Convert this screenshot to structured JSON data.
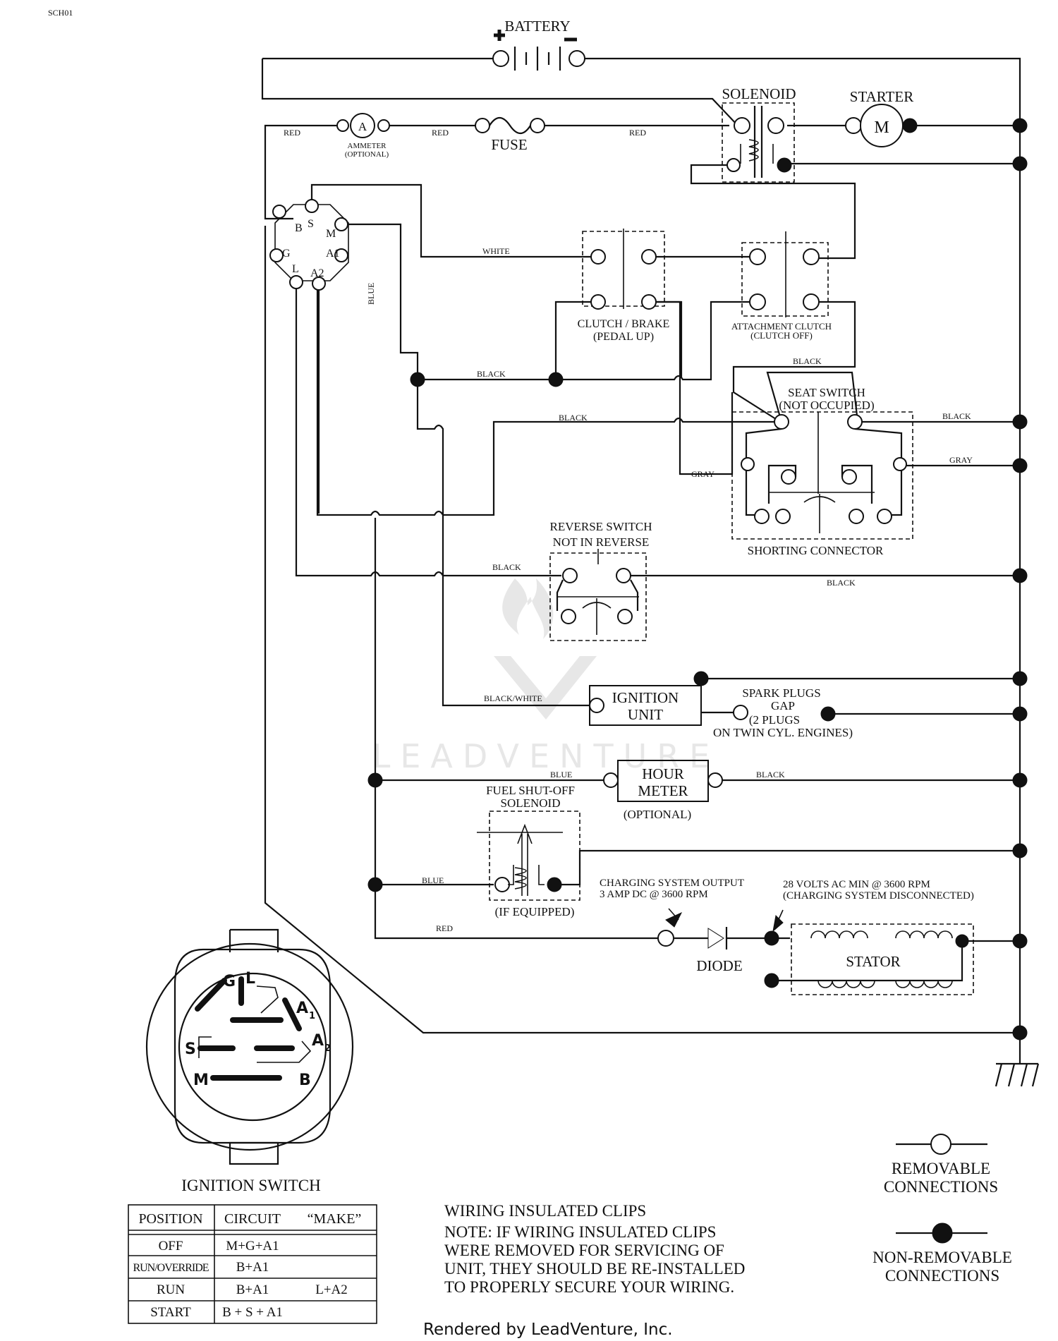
{
  "doc_id": "SCH01",
  "components": {
    "battery": "BATTERY",
    "solenoid": "SOLENOID",
    "starter": "STARTER",
    "motor_symbol": "M",
    "ammeter_symbol": "A",
    "ammeter": "AMMETER",
    "ammeter_note": "(OPTIONAL)",
    "fuse": "FUSE",
    "clutch_brake": "CLUTCH / BRAKE",
    "clutch_brake_state": "(PEDAL UP)",
    "attachment_clutch": "ATTACHMENT CLUTCH",
    "attachment_clutch_state": "(CLUTCH OFF)",
    "seat_switch": "SEAT SWITCH",
    "seat_switch_state": "(NOT OCCUPIED)",
    "shorting_connector": "SHORTING CONNECTOR",
    "reverse_switch": "REVERSE SWITCH",
    "reverse_switch_state": "NOT IN REVERSE",
    "ignition_unit_line1": "IGNITION",
    "ignition_unit_line2": "UNIT",
    "spark_plugs_1": "SPARK PLUGS",
    "spark_plugs_2": "GAP",
    "spark_plugs_3": "(2 PLUGS",
    "spark_plugs_4": "ON TWIN CYL. ENGINES)",
    "hour_meter_line1": "HOUR",
    "hour_meter_line2": "METER",
    "hour_meter_note": "(OPTIONAL)",
    "fuel_solenoid_1": "FUEL SHUT-OFF",
    "fuel_solenoid_2": "SOLENOID",
    "fuel_solenoid_note": "(IF EQUIPPED)",
    "charging_output_1": "CHARGING SYSTEM OUTPUT",
    "charging_output_2": "3 AMP DC @ 3600 RPM",
    "volts_1": "28 VOLTS AC MIN @ 3600 RPM",
    "volts_2": "(CHARGING SYSTEM DISCONNECTED)",
    "diode": "DIODE",
    "stator": "STATOR",
    "ignition_switch": "IGNITION SWITCH"
  },
  "terminals": {
    "S": "S",
    "M": "M",
    "B": "B",
    "G": "G",
    "L": "L",
    "A1": "A1",
    "A2": "A2"
  },
  "switch_face": {
    "G": "G",
    "L": "L",
    "A1": "A",
    "A1_sub": "1",
    "S": "S",
    "A2": "A",
    "A2_sub": "2",
    "M": "M",
    "B": "B"
  },
  "wires": {
    "red": "RED",
    "white": "WHITE",
    "blue": "BLUE",
    "black": "BLACK",
    "gray": "GRAY",
    "black_white": "BLACK/WHITE"
  },
  "table": {
    "headers": [
      "POSITION",
      "CIRCUIT",
      "“MAKE”"
    ],
    "rows": [
      [
        "OFF",
        "M+G+A1",
        ""
      ],
      [
        "RUN/OVERRIDE",
        "B+A1",
        ""
      ],
      [
        "RUN",
        "B+A1",
        "L+A2"
      ],
      [
        "START",
        "B + S + A1",
        ""
      ]
    ]
  },
  "legend": {
    "removable_1": "REMOVABLE",
    "removable_2": "CONNECTIONS",
    "non_removable_1": "NON-REMOVABLE",
    "non_removable_2": "CONNECTIONS"
  },
  "note": {
    "title": "WIRING INSULATED CLIPS",
    "lines": [
      "NOTE:  IF WIRING INSULATED CLIPS",
      "WERE REMOVED FOR SERVICING OF",
      "UNIT, THEY SHOULD BE RE-INSTALLED",
      "TO PROPERLY SECURE YOUR WIRING."
    ]
  },
  "watermark": "LEADVENTURE",
  "footer": "Rendered by LeadVenture, Inc."
}
